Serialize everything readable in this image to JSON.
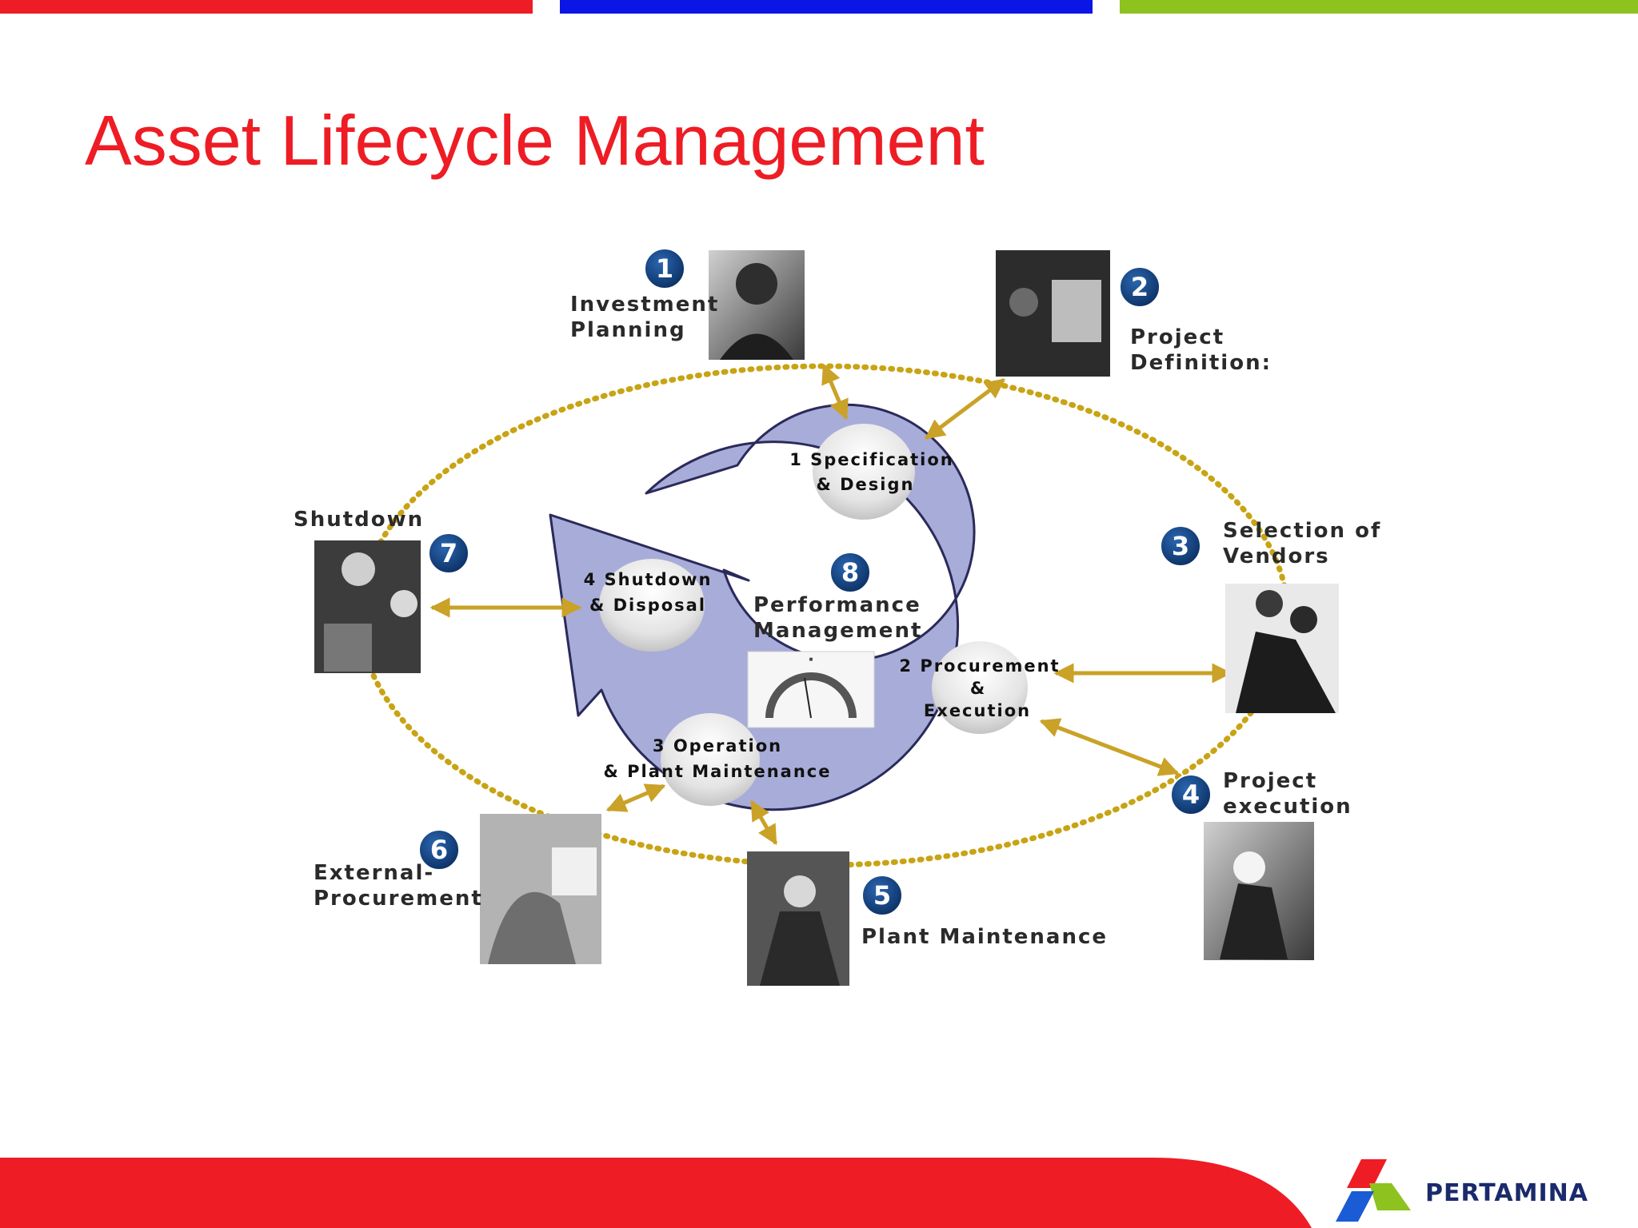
{
  "slide": {
    "title": "Asset Lifecycle Management",
    "colors": {
      "title": "#ee1c24",
      "bar_red": "#ee1c24",
      "bar_blue": "#0a16e6",
      "bar_green": "#8dc21f",
      "cycle_fill": "#a8acd8",
      "ellipse": "#c8a414",
      "arrow": "#c9a227",
      "badge": "#0f3a72"
    }
  },
  "cycle": {
    "center_badge": "8",
    "center_line1": "Performance",
    "center_line2": "Management",
    "stage1_line1": "1 Specification",
    "stage1_line2": "& Design",
    "stage2_line1": "2 Procurement",
    "stage2_line2": "&",
    "stage2_line3": "Execution",
    "stage3_line1": "3 Operation",
    "stage3_line2": "& Plant Maintenance",
    "stage4_line1": "4 Shutdown",
    "stage4_line2": "& Disposal"
  },
  "steps": [
    {
      "number": "1",
      "line1": "Investment",
      "line2": "Planning"
    },
    {
      "number": "2",
      "line1": "Project",
      "line2": "Definition:"
    },
    {
      "number": "3",
      "line1": "Selection of",
      "line2": "Vendors"
    },
    {
      "number": "4",
      "line1": "Project",
      "line2": "execution"
    },
    {
      "number": "5",
      "line1": "Plant Maintenance",
      "line2": ""
    },
    {
      "number": "6",
      "line1": "External-",
      "line2": "Procurement"
    },
    {
      "number": "7",
      "line1": "Shutdown",
      "line2": ""
    }
  ],
  "logo": {
    "text": "PERTAMINA"
  }
}
